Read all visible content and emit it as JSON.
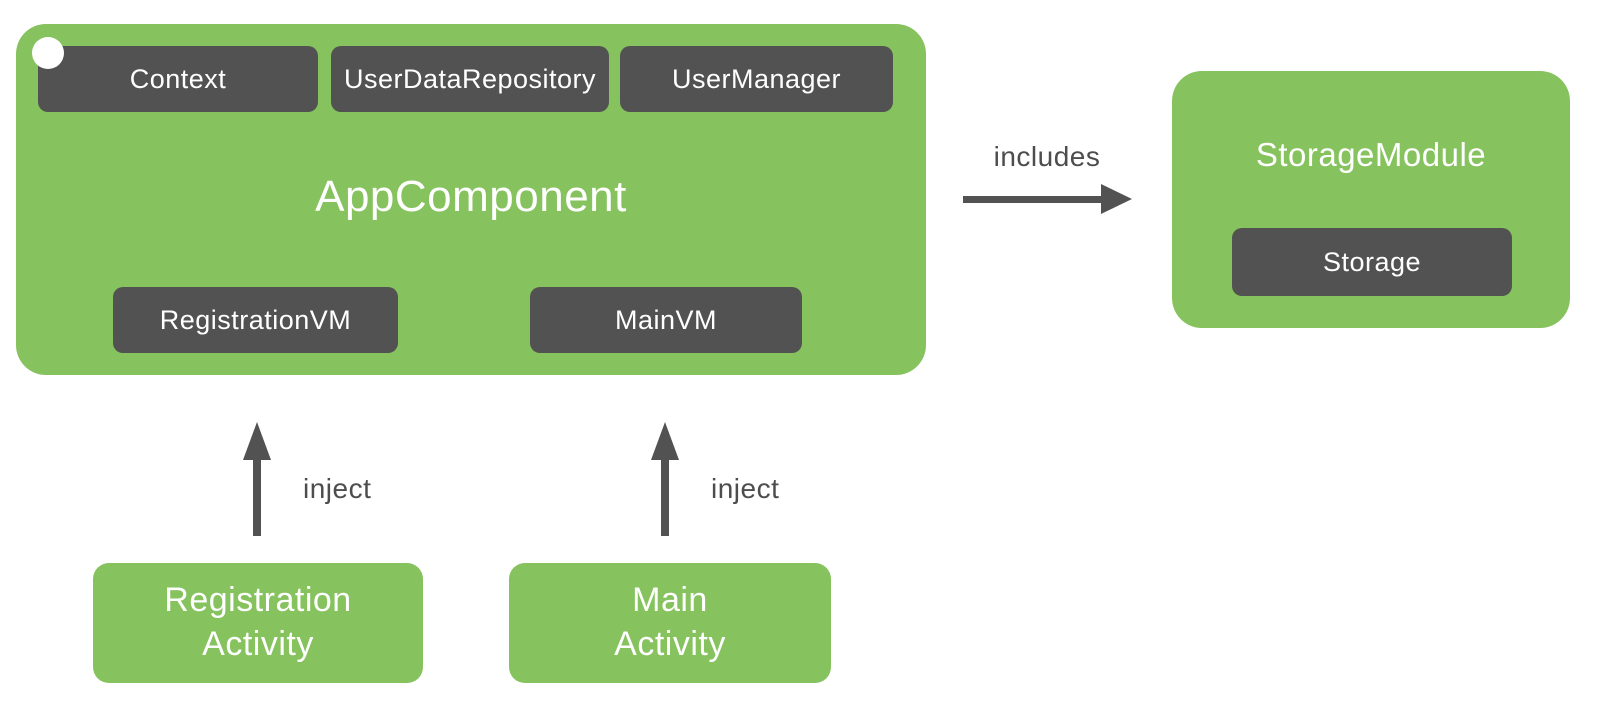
{
  "colors": {
    "component_green": "#86C25E",
    "provider_dark": "#525252",
    "arrow_and_label_gray": "#4D4D4D",
    "text_white": "#FFFFFF"
  },
  "app_component": {
    "title": "AppComponent",
    "dependencies": [
      {
        "label": "Context"
      },
      {
        "label": "UserDataRepository"
      },
      {
        "label": "UserManager"
      }
    ],
    "viewmodels": [
      {
        "label": "RegistrationVM"
      },
      {
        "label": "MainVM"
      }
    ]
  },
  "includes_arrow": {
    "label": "includes"
  },
  "storage_module": {
    "title": "StorageModule",
    "items": [
      {
        "label": "Storage"
      }
    ]
  },
  "injections": [
    {
      "arrow_label": "inject",
      "activity": {
        "line1": "Registration",
        "line2": "Activity"
      }
    },
    {
      "arrow_label": "inject",
      "activity": {
        "line1": "Main",
        "line2": "Activity"
      }
    }
  ]
}
